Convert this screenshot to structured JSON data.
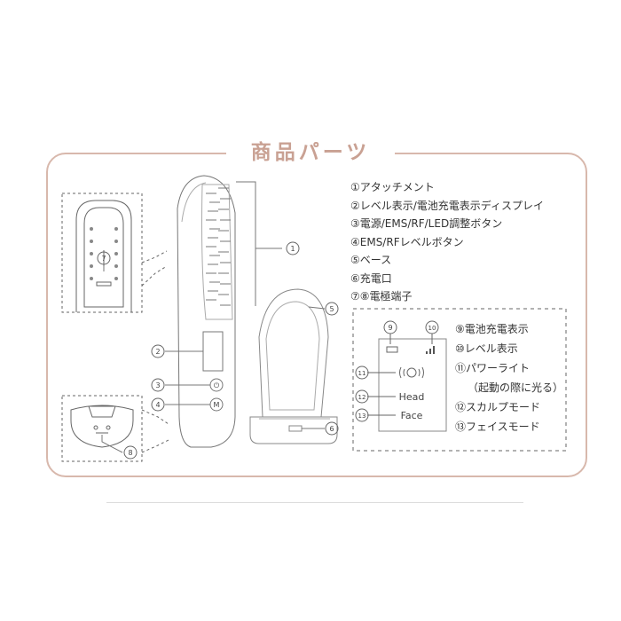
{
  "title": "商品パーツ",
  "legend": [
    "①アタッチメント",
    "②レベル表示/電池充電表示ディスプレイ",
    "③電源/EMS/RF/LED調整ボタン",
    "④EMS/RFレベルボタン",
    "⑤ベース",
    "⑥充電口",
    "⑦⑧電極端子"
  ],
  "legend_display": [
    "⑨電池充電表示",
    "⑩レベル表示",
    "⑪パワーライト",
    "（起動の際に光る）",
    "⑫スカルプモード",
    "⑬フェイスモード"
  ],
  "callouts": {
    "c1": "1",
    "c2": "2",
    "c3": "3",
    "c4": "4",
    "c5": "5",
    "c6": "6",
    "c7": "7",
    "c8": "8",
    "c9": "9",
    "c10": "10",
    "c11": "11",
    "c12": "12",
    "c13": "13"
  },
  "display": {
    "head_label": "Head",
    "face_label": "Face",
    "power_button_glyph": "⏻",
    "level_button_glyph": "M"
  },
  "colors": {
    "frame": "#d8b8ac",
    "title": "#c9a193",
    "line": "#555555"
  }
}
